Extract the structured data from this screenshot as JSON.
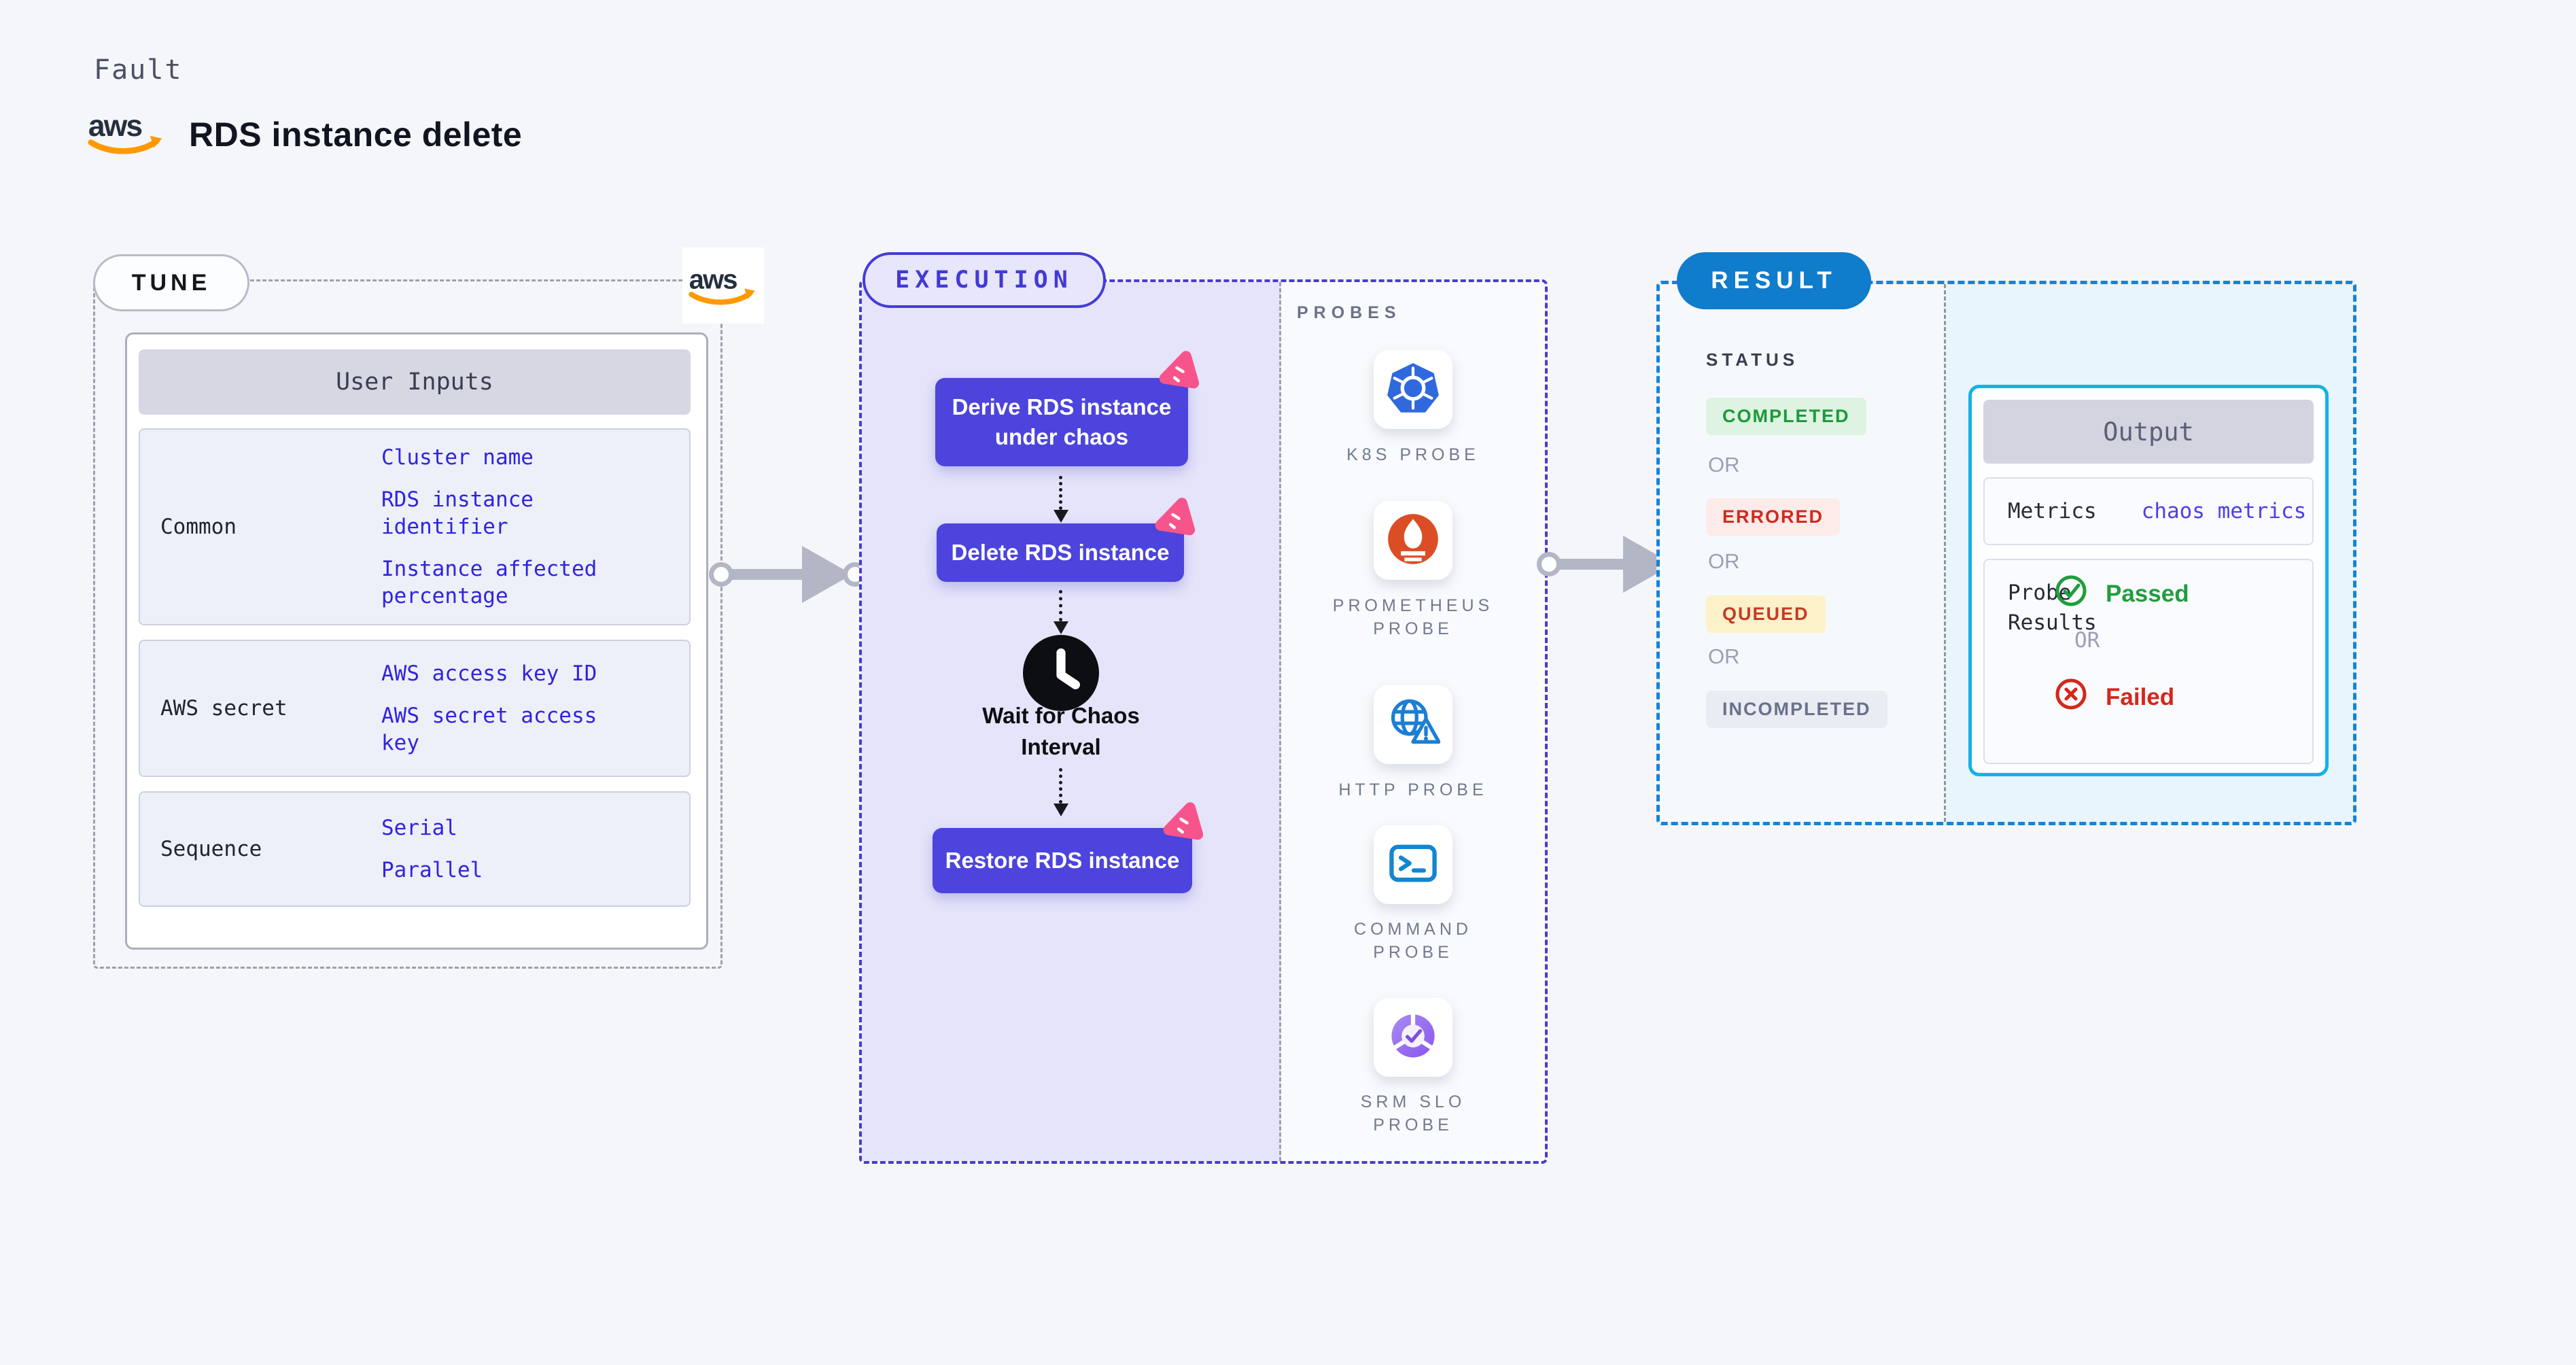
{
  "shared": {
    "or": "OR"
  },
  "header": {
    "category": "Fault",
    "title": "RDS instance delete"
  },
  "tune": {
    "badge": "TUNE",
    "user_inputs": {
      "header": "User Inputs",
      "rows": [
        {
          "label": "Common",
          "values": [
            "Cluster name",
            "RDS instance identifier",
            "Instance affected percentage"
          ]
        },
        {
          "label": "AWS secret",
          "values": [
            "AWS access key ID",
            "AWS secret access key"
          ]
        },
        {
          "label": "Sequence",
          "values": [
            "Serial",
            "Parallel"
          ]
        }
      ]
    }
  },
  "execution": {
    "badge": "EXECUTION",
    "steps": {
      "derive": "Derive RDS instance under chaos",
      "delete": "Delete RDS instance",
      "wait": "Wait for Chaos Interval",
      "restore": "Restore RDS instance"
    },
    "probes": {
      "header": "PROBES",
      "items": [
        {
          "label": "K8S PROBE",
          "icon": "kubernetes-icon"
        },
        {
          "label": "PROMETHEUS PROBE",
          "icon": "prometheus-icon"
        },
        {
          "label": "HTTP PROBE",
          "icon": "globe-warning-icon"
        },
        {
          "label": "COMMAND PROBE",
          "icon": "terminal-icon"
        },
        {
          "label": "SRM SLO PROBE",
          "icon": "slo-check-icon"
        }
      ]
    }
  },
  "result": {
    "badge": "RESULT",
    "status": {
      "header": "STATUS",
      "completed": "COMPLETED",
      "errored": "ERRORED",
      "queued": "QUEUED",
      "incompleted": "INCOMPLETED"
    },
    "output": {
      "header": "Output",
      "metrics_label": "Metrics",
      "metrics_value": "chaos metrics",
      "probe_results_label": "Probe Results",
      "passed": "Passed",
      "failed": "Failed"
    }
  },
  "colors": {
    "accent_indigo": "#453cd6",
    "step_indigo": "#4c44dc",
    "accent_blue": "#0f7ccc",
    "accent_cyan": "#14b2e6",
    "value_blue": "#3023e1",
    "success_green": "#1f9e3d",
    "error_red": "#d6261b",
    "pink_badge": "#f8548c",
    "aws_orange": "#ff9900"
  }
}
